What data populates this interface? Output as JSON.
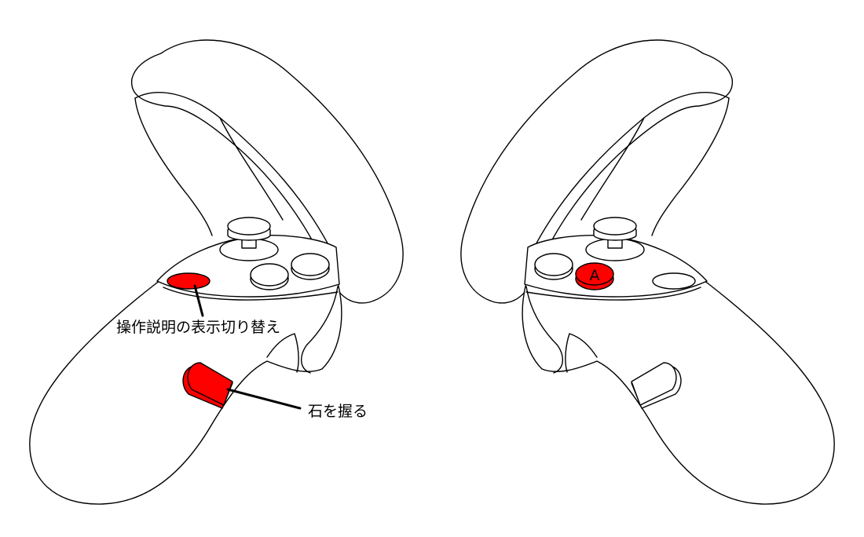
{
  "colors": {
    "highlight": "#ff0000",
    "outline": "#000000",
    "background": "#ffffff"
  },
  "left_controller": {
    "callouts": {
      "menu_button": "操作説明の表示切り替え",
      "grip_button": "石を握る"
    }
  },
  "right_controller": {
    "a_button_label": "A"
  }
}
